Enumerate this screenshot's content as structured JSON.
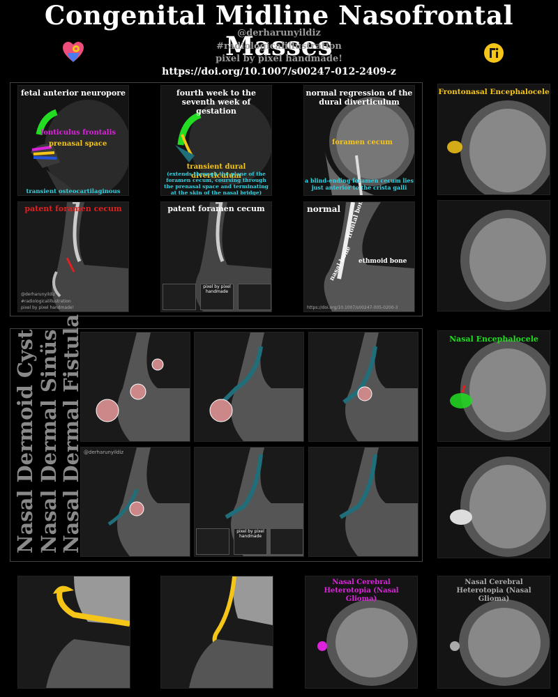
{
  "header": {
    "title": "Congenital Midline Nasofrontal Masses",
    "handle": "@derharunyildiz",
    "hashtag": "#radiologicalillustration",
    "tagline": "pixel by pixel handmade!",
    "doi": "https://doi.org/10.1007/s00247-012-2409-z"
  },
  "colors": {
    "background": "#000000",
    "green": "#22dd22",
    "magenta": "#dd22dd",
    "yellow": "#f5c518",
    "cyan": "#35d0e0",
    "red": "#e02020",
    "teal": "#1f6e7a"
  },
  "icons": {
    "left": "heart-location-icon",
    "right": "radiopaedia-icon"
  },
  "top_panel": {
    "row1": [
      {
        "caption": "fetal anterior neuropore",
        "labels": [
          "fonticulus frontalis",
          "prenasal space"
        ],
        "footer": "transient osteocartilaginous gaps"
      },
      {
        "caption": "fourth week to the seventh week of gestation",
        "label": "transient dural diverticulum",
        "desc": "(extends through the plane of the foramen cecum, coursing through the prenasal space and terminating at the skin of the nasal bridge)"
      },
      {
        "caption": "normal regression of the dural diverticulum",
        "label": "foramen cecum",
        "footer": "a blind-ending foramen cecum lies just anterior to the crista galli"
      }
    ],
    "row2": [
      {
        "caption": "patent foramen cecum",
        "watermark": [
          "@derharunyildiz",
          "#radiologicalillustration",
          "pixel by pixel handmade!"
        ]
      },
      {
        "caption": "patent foramen cecum",
        "thumb": "pixel by pixel handmade"
      },
      {
        "caption": "normal",
        "labels": [
          "frontal bone",
          "nasal bone",
          "ethmoid bone"
        ],
        "doi": "https://doi.org/10.1007/s00247-005-0200-3"
      }
    ]
  },
  "right_column": [
    {
      "caption": "Frontonasal Encephalocele"
    },
    {
      "caption": ""
    },
    {
      "caption": "Nasal Encephalocele"
    },
    {
      "caption": ""
    }
  ],
  "middle_panel": {
    "vertical_titles": [
      "Nasal Dermoid Cyst",
      "Nasal Dermal Sinüs",
      "Nasal Dermal Fistula"
    ],
    "handle": "@derharunyildiz",
    "thumb": "pixel by pixel handmade"
  },
  "bottom_row": [
    {
      "caption": ""
    },
    {
      "caption": ""
    },
    {
      "caption": "Nasal Cerebral Heterotopia (Nasal Glioma)"
    },
    {
      "caption": "Nasal Cerebral Heterotopia (Nasal Glioma)"
    }
  ]
}
